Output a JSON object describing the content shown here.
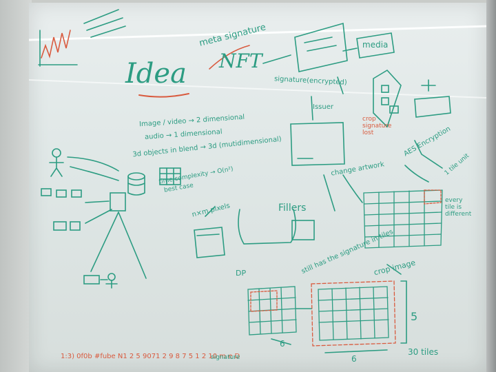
{
  "colors": {
    "marker_green": "#2c9c82",
    "marker_red": "#d95a3e",
    "board": "#e3e9e8",
    "wall_orange": "#e58a12"
  },
  "texts": {
    "idea": "Idea",
    "nft": "NFT",
    "meta_signature": "meta signature",
    "media": "media",
    "signature_encrypted": "signature(encrypted)",
    "issuer": "Issuer",
    "image_video": "Image / video → 2 dimensional",
    "audio": "audio → 1 dimensional",
    "objects_3d": "3d objects in blend → 3d (mutidimensional)",
    "time_complexity": "time complexity → O(n²)",
    "best_case": "best case",
    "pixels": "n×m pixels",
    "fillers": "Fillers",
    "change_artwork": "change artwork",
    "crop_signature_lost": "crop signature lost",
    "aes": "AES Encryption",
    "tile_unit": "1 tile unit",
    "every_tile": "every tile is different",
    "still_has": "still has the signature in tiles",
    "crop_image": "crop image",
    "tiles_30": "30 tiles",
    "dim_5": "5",
    "dim_6a": "6",
    "dim_6b": "6",
    "bottom_code": "1:3) 0f0b #fube N1 2 5 9071 2 9 8 7 5 1 2 10 m e D",
    "signature_label": "signature",
    "dp": "DP"
  }
}
